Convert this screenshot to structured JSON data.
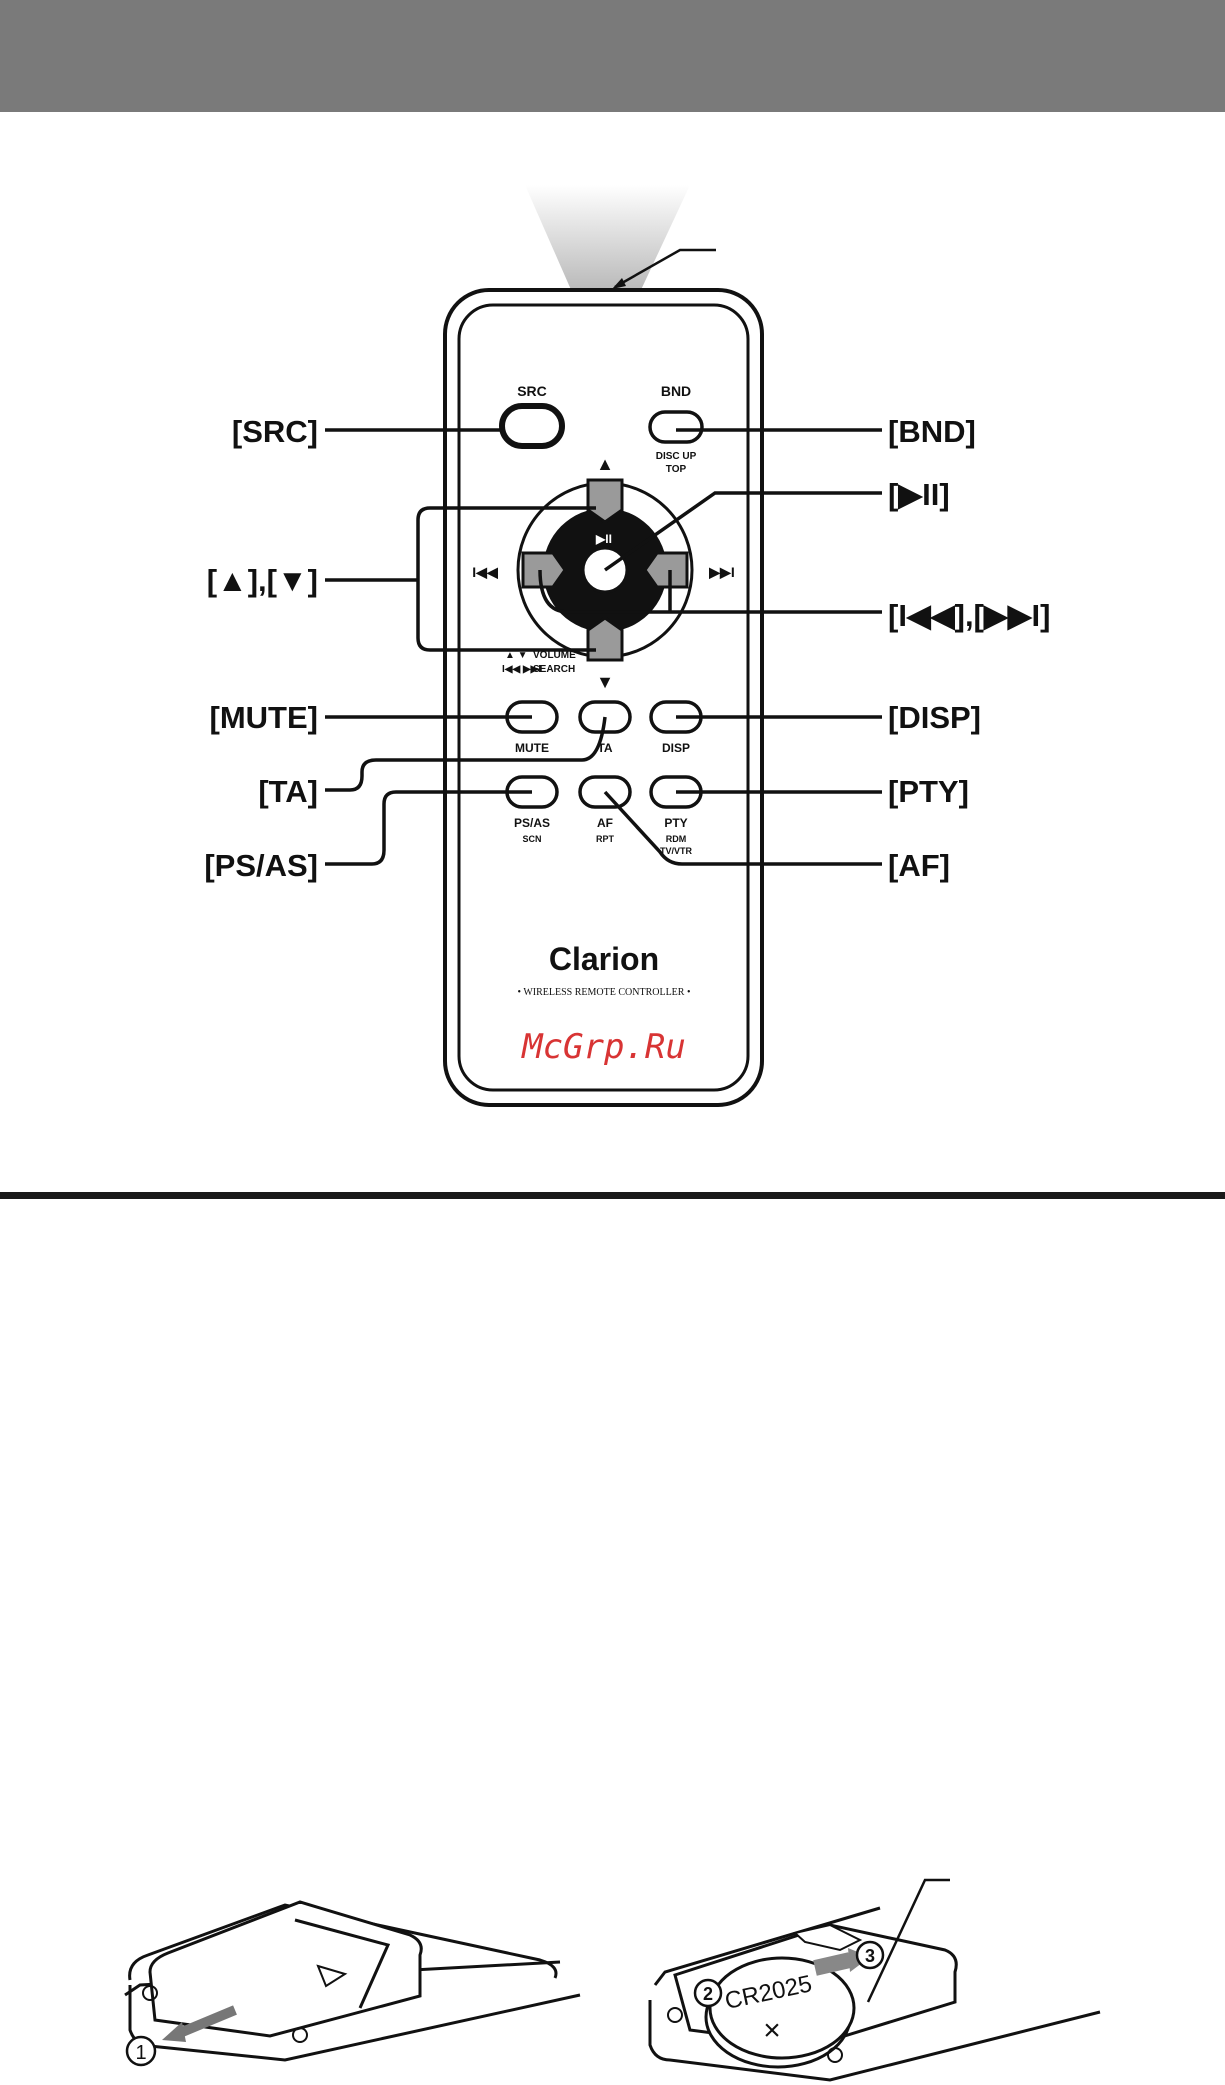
{
  "callouts": {
    "src": "[SRC]",
    "bnd": "[BND]",
    "play_pause": "[▶II]",
    "up_down": "[▲],[▼]",
    "skip": "[I◀◀],[▶▶I]",
    "mute": "[MUTE]",
    "disp": "[DISP]",
    "ta": "[TA]",
    "pty": "[PTY]",
    "ps_as": "[PS/AS]",
    "af": "[AF]"
  },
  "remote": {
    "src_label": "SRC",
    "bnd_label": "BND",
    "bnd_sub1": "DISC UP",
    "bnd_sub2": "TOP",
    "center_symbol": "▶II",
    "prev_symbol": "I◀◀",
    "next_symbol": "▶▶I",
    "up_arrow": "▲",
    "down_arrow": "▼",
    "legend_arrows": "▲   ▼",
    "legend_volume": "VOLUME",
    "legend_skip": "I◀◀ ▶▶I",
    "legend_search": "SEARCH",
    "mute_label": "MUTE",
    "ta_label": "TA",
    "disp_label": "DISP",
    "ps_as_label": "PS/AS",
    "ps_as_sub": "SCN",
    "af_label": "AF",
    "af_sub": "RPT",
    "pty_label": "PTY",
    "pty_sub1": "RDM",
    "pty_sub2": "TV/VTR",
    "brand": "Clarion",
    "subtitle": "• WIRELESS REMOTE CONTROLLER •"
  },
  "watermark": "McGrp.Ru",
  "battery": {
    "step1": "1",
    "step2": "2",
    "step3": "3",
    "battery_model": "CR2025",
    "battery_mark": "×"
  }
}
